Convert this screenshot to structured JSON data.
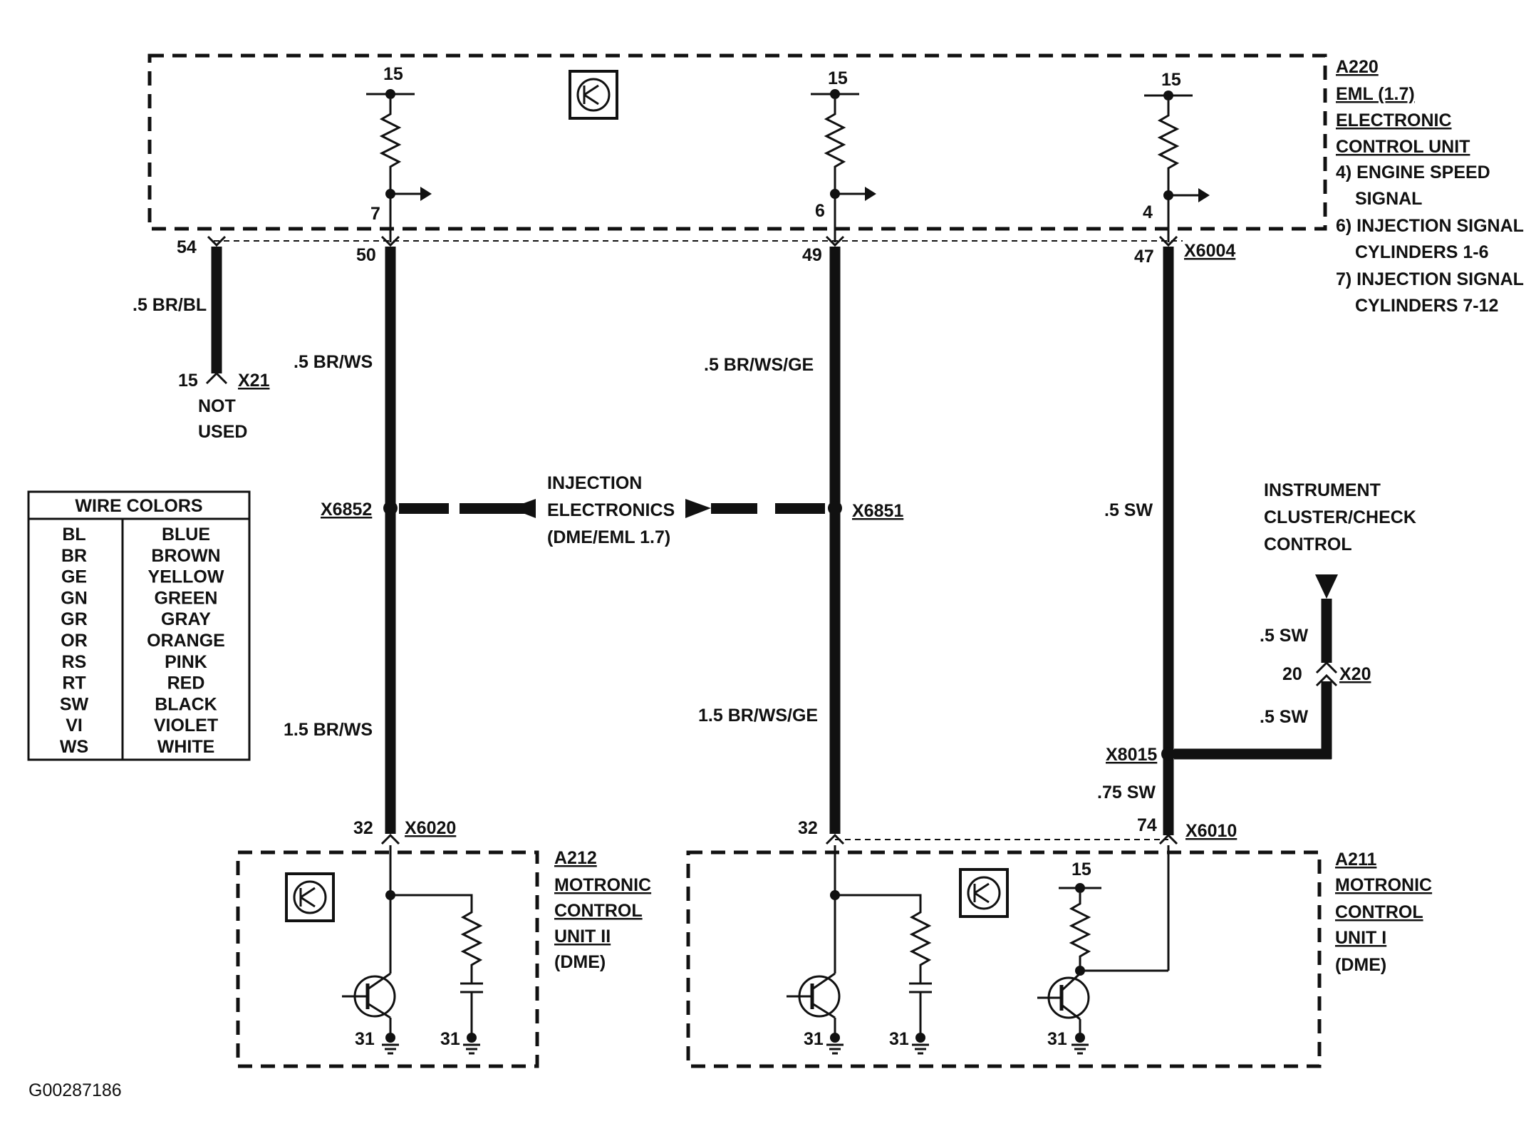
{
  "modules": {
    "eml": {
      "lines": [
        "A220",
        "EML (1.7)",
        "ELECTRONIC",
        "CONTROL UNIT"
      ],
      "notes": [
        "4) ENGINE SPEED",
        "SIGNAL",
        "6) INJECTION SIGNAL",
        "CYLINDERS 1-6",
        "7) INJECTION SIGNAL",
        "CYLINDERS 7-12"
      ],
      "supply_pins": [
        "15",
        "15",
        "15"
      ],
      "output_pins": [
        "7",
        "6",
        "4"
      ]
    },
    "motronic2": {
      "lines": [
        "A212",
        "MOTRONIC",
        "CONTROL",
        "UNIT II"
      ],
      "sub": "(DME)",
      "grounds": [
        "31",
        "31"
      ]
    },
    "motronic1": {
      "lines": [
        "A211",
        "MOTRONIC",
        "CONTROL",
        "UNIT I"
      ],
      "sub": "(DME)",
      "supply_pin": "15",
      "grounds": [
        "31",
        "31",
        "31"
      ]
    }
  },
  "connectors": {
    "top_pins": [
      "54",
      "50",
      "49",
      "47"
    ],
    "x6004": "X6004",
    "x21_pin": "15",
    "x21": "X21",
    "not_used": [
      "NOT",
      "USED"
    ],
    "x6852": "X6852",
    "x6851": "X6851",
    "x6020_pin": "32",
    "x6020": "X6020",
    "mid_pin": "32",
    "x6010_pin": "74",
    "x6010": "X6010",
    "x8015": "X8015",
    "x20_pin": "20",
    "x20": "X20"
  },
  "wires": {
    "w54": ".5 BR/BL",
    "w50": ".5  BR/WS",
    "w50_low": "1.5  BR/WS",
    "w49": ".5  BR/WS/GE",
    "w49_low": "1.5  BR/WS/GE",
    "w47": ".5 SW",
    "w47_low": ".75 SW",
    "cluster_top": ".5  SW",
    "cluster_low": ".5 SW"
  },
  "injection": [
    "INJECTION",
    "ELECTRONICS",
    "(DME/EML 1.7)"
  ],
  "cluster": [
    "INSTRUMENT",
    "CLUSTER/CHECK",
    "CONTROL"
  ],
  "legend": {
    "title": "WIRE COLORS",
    "rows": [
      {
        "code": "BL",
        "name": "BLUE"
      },
      {
        "code": "BR",
        "name": "BROWN"
      },
      {
        "code": "GE",
        "name": "YELLOW"
      },
      {
        "code": "GN",
        "name": "GREEN"
      },
      {
        "code": "GR",
        "name": "GRAY"
      },
      {
        "code": "OR",
        "name": "ORANGE"
      },
      {
        "code": "RS",
        "name": "PINK"
      },
      {
        "code": "RT",
        "name": "RED"
      },
      {
        "code": "SW",
        "name": "BLACK"
      },
      {
        "code": "VI",
        "name": "VIOLET"
      },
      {
        "code": "WS",
        "name": "WHITE"
      }
    ]
  },
  "figure_id": "G00287186",
  "icons": [
    "transistor-symbol-icon",
    "resistor-icon",
    "capacitor-icon",
    "ground-icon",
    "arrow-icon"
  ]
}
